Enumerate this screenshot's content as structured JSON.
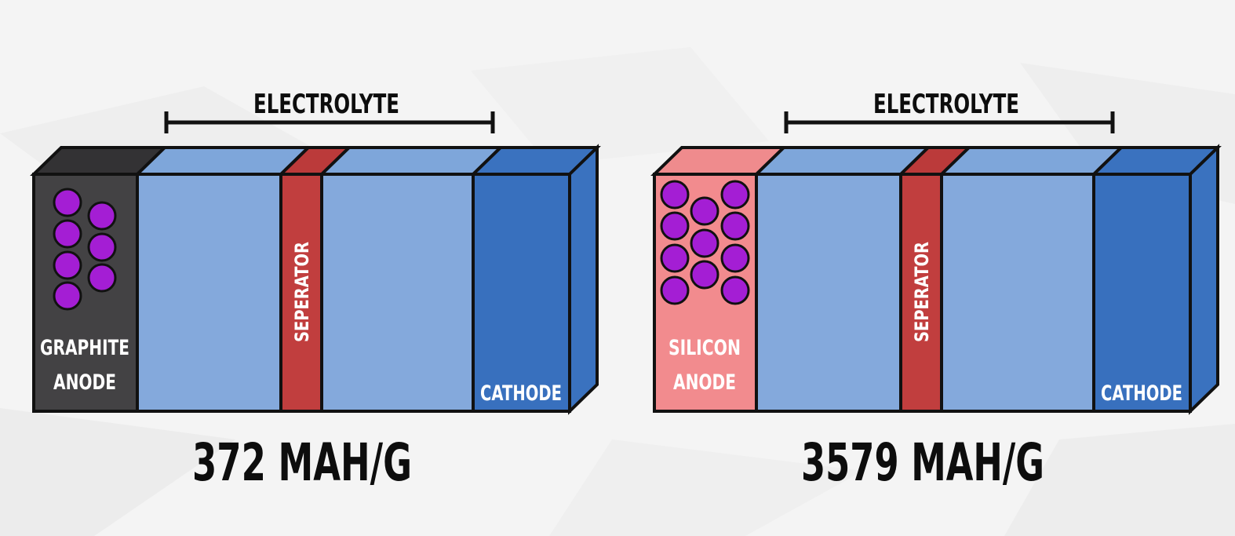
{
  "colors": {
    "background": "#f4f4f4",
    "outline": "#111111",
    "electrolyte_front": "#84a9dc",
    "electrolyte_top": "#7ea6da",
    "separator_front": "#c13e3e",
    "separator_top": "#bb3a3a",
    "cathode_front": "#3870be",
    "cathode_top": "#3a72bf",
    "graphite_front": "#434244",
    "graphite_top": "#333234",
    "silicon_front": "#f28b8e",
    "silicon_top": "#ef8b8d",
    "ion": "#a41ed4",
    "label_light": "#ffffff",
    "label_dark": "#0d0d0d"
  },
  "diagrams": [
    {
      "name": "graphite-battery",
      "electrolyte_label": "ELECTROLYTE",
      "anode_label_line1": "GRAPHITE",
      "anode_label_line2": "ANODE",
      "separator_label": "SEPERATOR",
      "cathode_label": "CATHODE",
      "capacity_label": "372 MAH/G",
      "anode_type": "graphite",
      "ion_count": 7
    },
    {
      "name": "silicon-battery",
      "electrolyte_label": "ELECTROLYTE",
      "anode_label_line1": "SILICON",
      "anode_label_line2": "ANODE",
      "separator_label": "SEPERATOR",
      "cathode_label": "CATHODE",
      "capacity_label": "3579 MAH/G",
      "anode_type": "silicon",
      "ion_count": 11
    }
  ]
}
